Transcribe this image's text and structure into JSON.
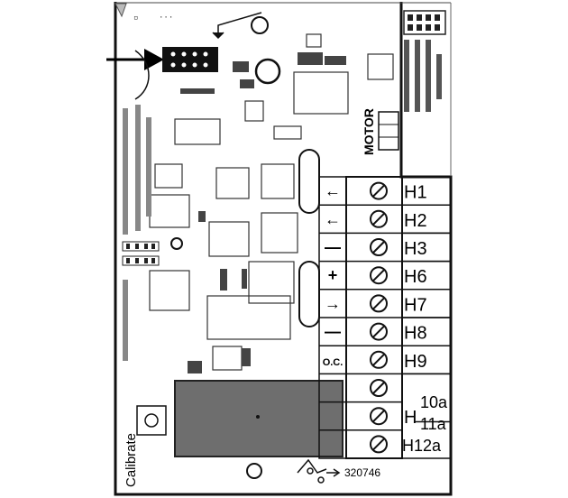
{
  "terminals": [
    {
      "symbol": "←",
      "label": "H1"
    },
    {
      "symbol": "←",
      "label": "H2"
    },
    {
      "symbol": "—",
      "label": "H3"
    },
    {
      "symbol": "+",
      "label": "H6"
    },
    {
      "symbol": "→",
      "label": "H7"
    },
    {
      "symbol": "—",
      "label": "H8"
    },
    {
      "symbol": "O.C.",
      "label": "H9"
    },
    {
      "symbol": "",
      "label": ""
    },
    {
      "symbol": "",
      "label": "H"
    },
    {
      "symbol": "",
      "label": ""
    }
  ],
  "h10a": "10a",
  "h11a": "11a",
  "h12a": "H12a",
  "motor_label": "MOTOR",
  "calibrate_label": "Calibrate",
  "part_number": "320746",
  "colors": {
    "ink": "#111111",
    "paper": "#ffffff",
    "relay": "#6e6e6e"
  }
}
